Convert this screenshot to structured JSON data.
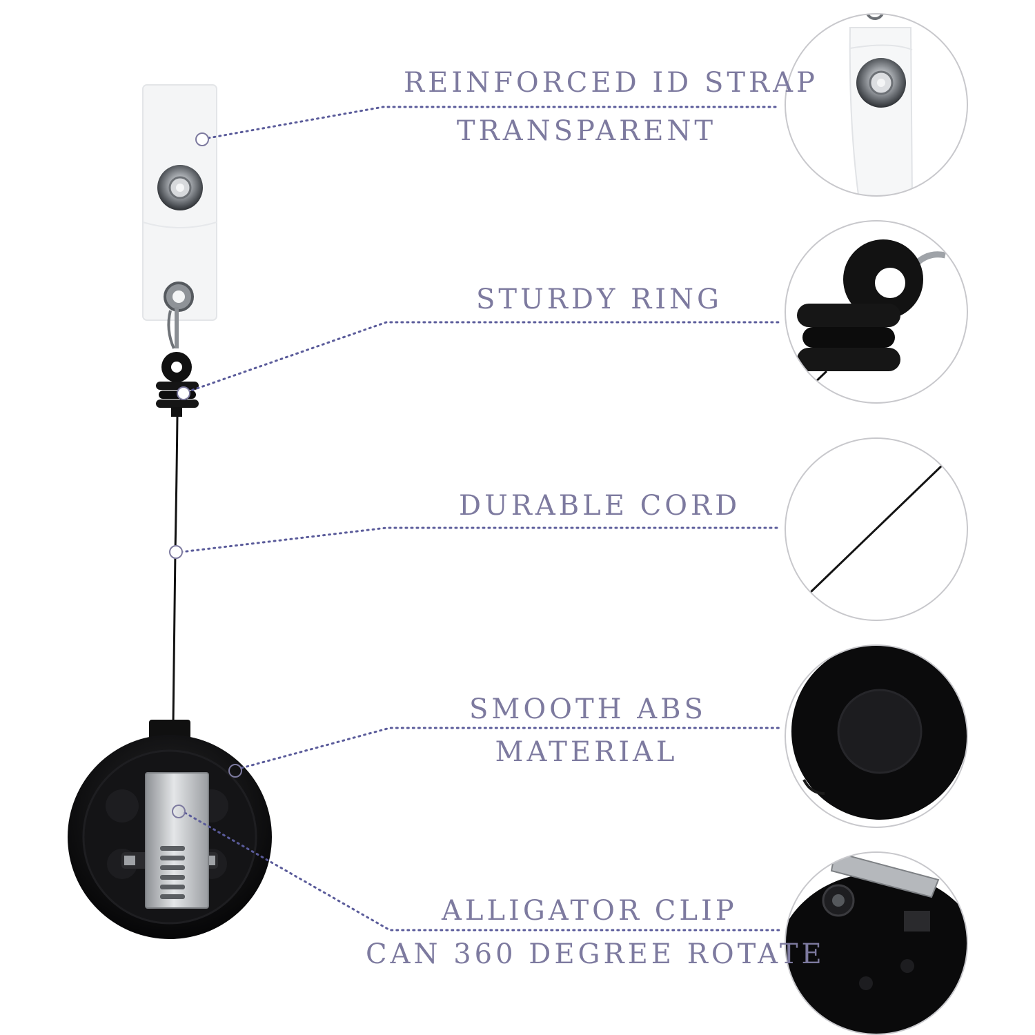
{
  "colors": {
    "label_text": "#7d7a9f",
    "leader_line": "#5a5b9a",
    "product_black": "#111111",
    "metal": "#b9bcc0",
    "strap": "#f4f5f6"
  },
  "callouts": [
    {
      "id": "strap",
      "line1": "REINFORCED ID STRAP",
      "line2": "TRANSPARENT"
    },
    {
      "id": "ring",
      "line1": "STURDY RING",
      "line2": ""
    },
    {
      "id": "cord",
      "line1": "DURABLE CORD",
      "line2": ""
    },
    {
      "id": "shell",
      "line1": "SMOOTH ABS",
      "line2": "MATERIAL"
    },
    {
      "id": "clip",
      "line1": "ALLIGATOR CLIP",
      "line2": "CAN 360 DEGREE ROTATE"
    }
  ],
  "detail_views": [
    {
      "id": "strap-detail",
      "icon": "snap-button-closeup"
    },
    {
      "id": "ring-detail",
      "icon": "rubber-ring-closeup"
    },
    {
      "id": "cord-detail",
      "icon": "cord-closeup"
    },
    {
      "id": "shell-detail",
      "icon": "reel-front-closeup"
    },
    {
      "id": "clip-detail",
      "icon": "clip-hinge-closeup"
    }
  ]
}
